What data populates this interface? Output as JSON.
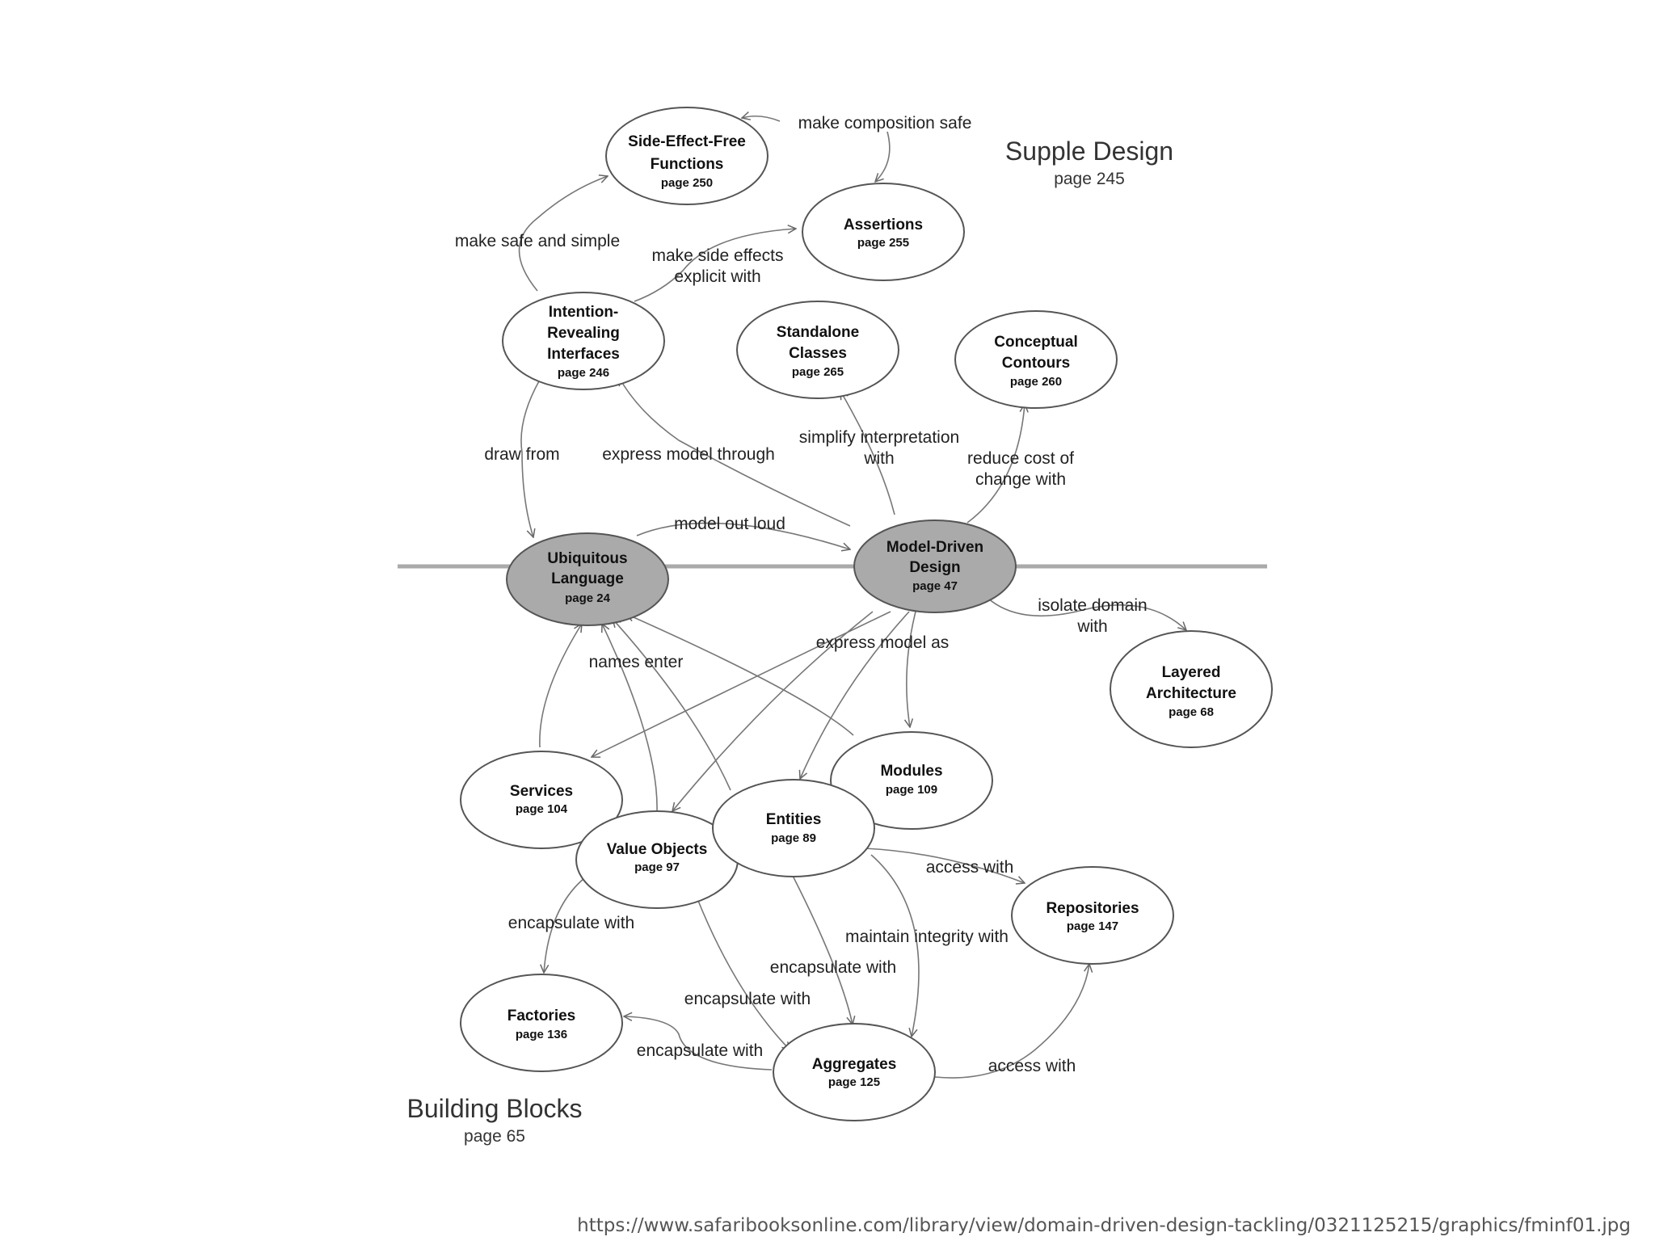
{
  "colors": {
    "background": "#ffffff",
    "node_fill": "#ffffff",
    "core_fill": "#aaaaaa",
    "stroke": "#555555",
    "edge": "#777777",
    "divider": "#aaaaaa"
  },
  "regions": {
    "supple": {
      "title": "Supple Design",
      "page": "page 245"
    },
    "building": {
      "title": "Building Blocks",
      "page": "page 65"
    }
  },
  "nodes": {
    "side_effect_free": {
      "lines": [
        "Side-Effect-Free",
        "Functions"
      ],
      "page": "page 250"
    },
    "assertions": {
      "lines": [
        "Assertions"
      ],
      "page": "page 255"
    },
    "intention_revealing": {
      "lines": [
        "Intention-",
        "Revealing",
        "Interfaces"
      ],
      "page": "page 246"
    },
    "standalone": {
      "lines": [
        "Standalone",
        "Classes"
      ],
      "page": "page 265"
    },
    "conceptual": {
      "lines": [
        "Conceptual",
        "Contours"
      ],
      "page": "page 260"
    },
    "ubiquitous": {
      "lines": [
        "Ubiquitous",
        "Language"
      ],
      "page": "page 24"
    },
    "model_driven": {
      "lines": [
        "Model-Driven",
        "Design"
      ],
      "page": "page 47"
    },
    "layered": {
      "lines": [
        "Layered",
        "Architecture"
      ],
      "page": "page 68"
    },
    "modules": {
      "lines": [
        "Modules"
      ],
      "page": "page 109"
    },
    "services": {
      "lines": [
        "Services"
      ],
      "page": "page 104"
    },
    "entities": {
      "lines": [
        "Entities"
      ],
      "page": "page 89"
    },
    "value_objects": {
      "lines": [
        "Value Objects"
      ],
      "page": "page 97"
    },
    "repositories": {
      "lines": [
        "Repositories"
      ],
      "page": "page 147"
    },
    "factories": {
      "lines": [
        "Factories"
      ],
      "page": "page 136"
    },
    "aggregates": {
      "lines": [
        "Aggregates"
      ],
      "page": "page 125"
    }
  },
  "edge_labels": {
    "make_composition_safe": "make composition safe",
    "make_safe_and_simple": "make safe and simple",
    "make_side_effects_explicit": [
      "make side effects",
      "explicit with"
    ],
    "draw_from": "draw from",
    "express_model_through": "express model through",
    "simplify_interpretation": [
      "simplify interpretation",
      "with"
    ],
    "reduce_cost": [
      "reduce cost of",
      "change with"
    ],
    "model_out_loud": "model out loud",
    "isolate_domain": [
      "isolate domain",
      "with"
    ],
    "express_model_as": "express model as",
    "names_enter": "names enter",
    "access_with_entities": "access with",
    "encapsulate_with_vo": "encapsulate with",
    "maintain_integrity": "maintain integrity with",
    "encapsulate_with_entities": "encapsulate with",
    "encapsulate_with_vo_aggr": "encapsulate with",
    "encapsulate_with_factories": "encapsulate with",
    "access_with_aggregates": "access with"
  },
  "source_url": "https://www.safaribooksonline.com/library/view/domain-driven-design-tackling/0321125215/graphics/fminf01.jpg"
}
